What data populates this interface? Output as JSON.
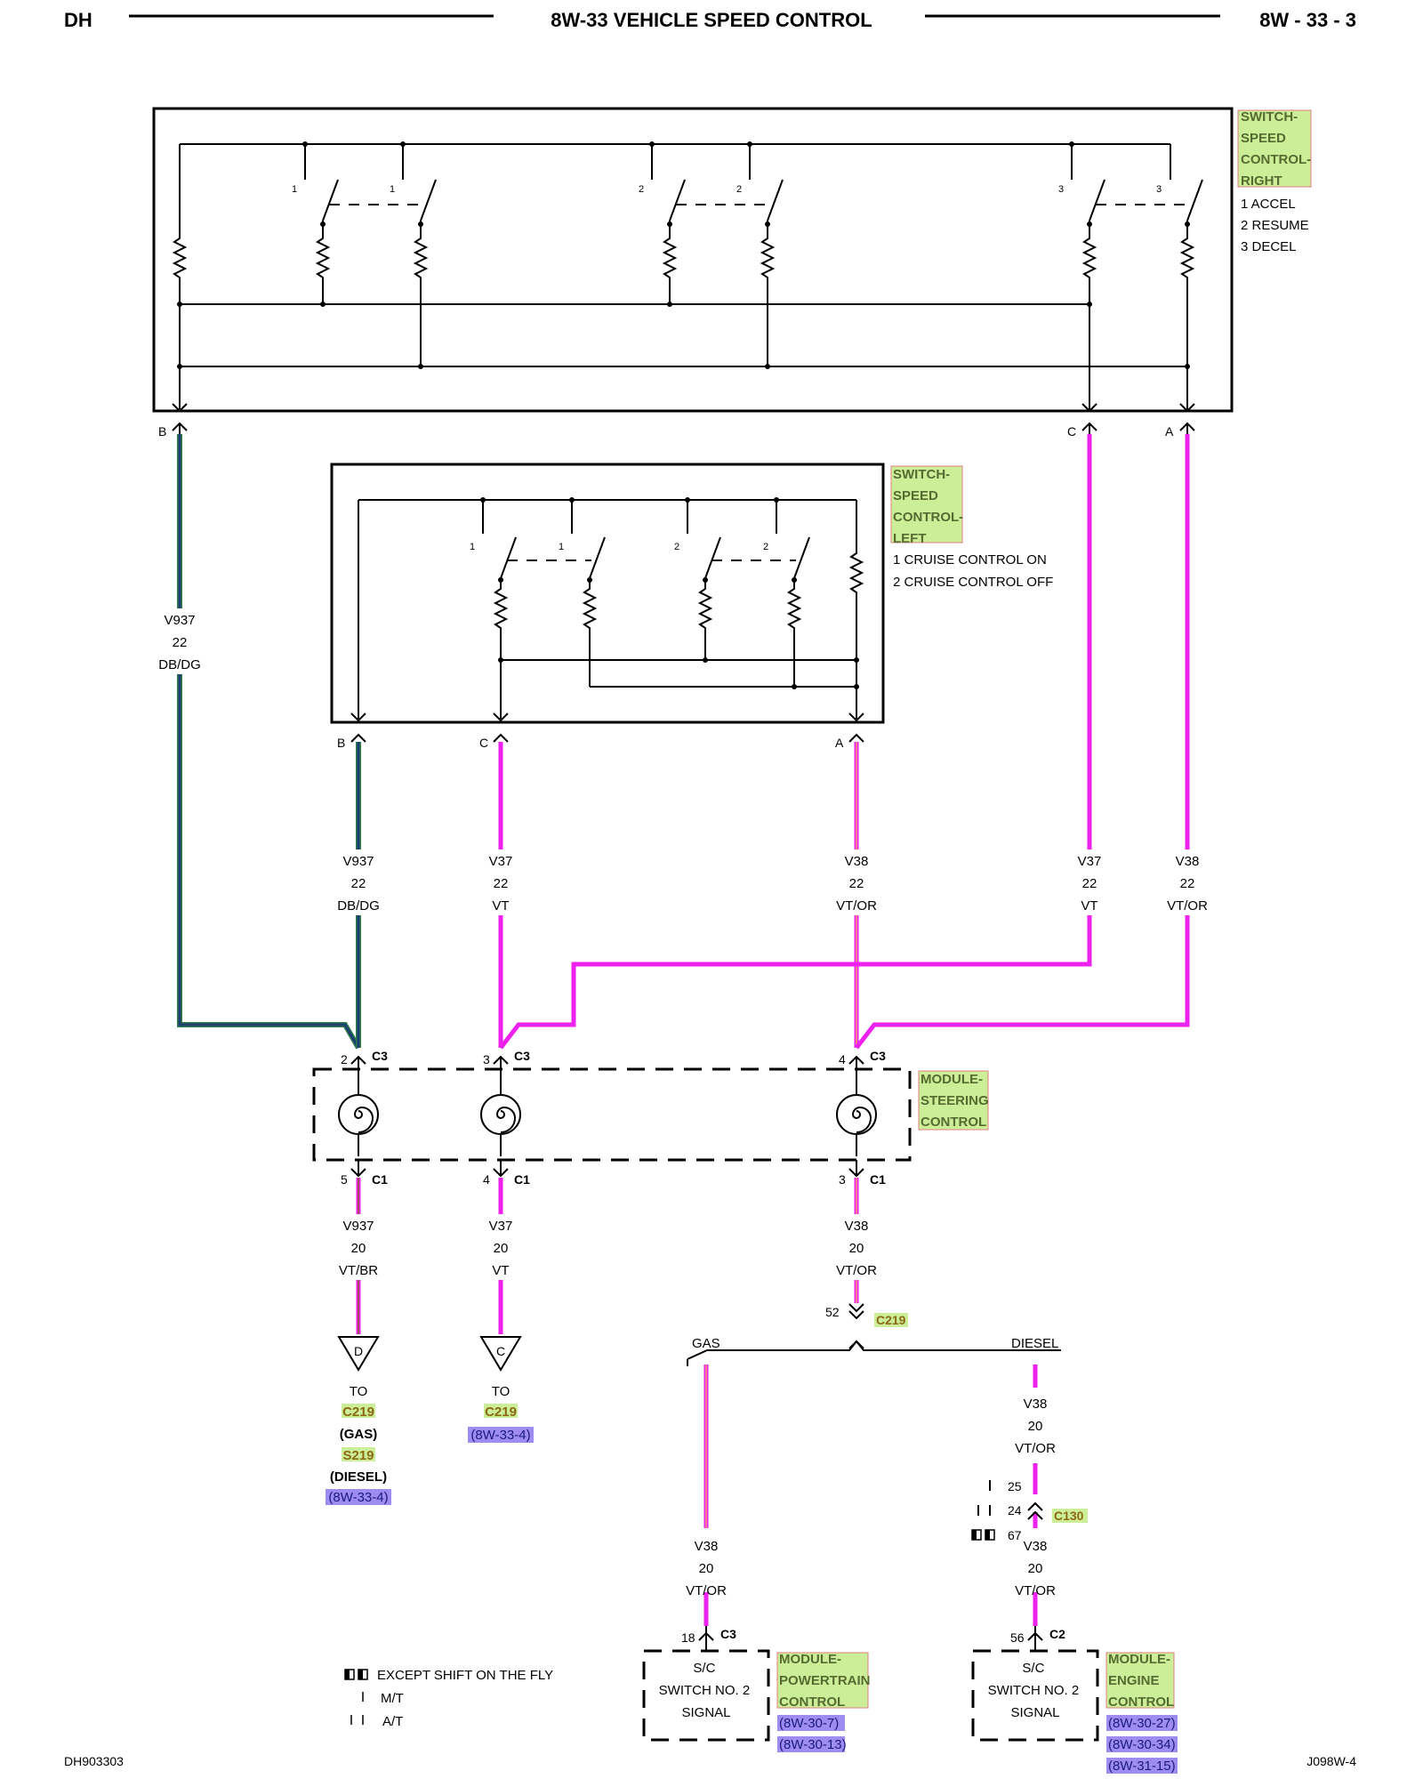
{
  "header": {
    "left": "DH",
    "title": "8W-33 VEHICLE SPEED CONTROL",
    "right": "8W - 33 - 3"
  },
  "footer": {
    "left": "DH903303",
    "right": "J098W-4"
  },
  "components": {
    "switch_right": {
      "name_lines": [
        "SWITCH-",
        "SPEED",
        "CONTROL-",
        "RIGHT"
      ],
      "legend": [
        "1 ACCEL",
        "2 RESUME",
        "3 DECEL"
      ]
    },
    "switch_left": {
      "name_lines": [
        "SWITCH-",
        "SPEED",
        "CONTROL-",
        "LEFT"
      ],
      "legend": [
        "1 CRUISE CONTROL ON",
        "2 CRUISE CONTROL OFF"
      ]
    },
    "module_steering": {
      "name_lines": [
        "MODULE-",
        "STEERING",
        "CONTROL"
      ]
    },
    "module_powertrain": {
      "name_lines": [
        "MODULE-",
        "POWERTRAIN",
        "CONTROL"
      ],
      "box_lines": [
        "S/C",
        "SWITCH NO. 2",
        "SIGNAL"
      ],
      "pin": "18",
      "connector": "C3",
      "refs": [
        "(8W-30-7)",
        "(8W-30-13)"
      ]
    },
    "module_engine": {
      "name_lines": [
        "MODULE-",
        "ENGINE",
        "CONTROL"
      ],
      "box_lines": [
        "S/C",
        "SWITCH NO. 2",
        "SIGNAL"
      ],
      "pin": "56",
      "connector": "C2",
      "refs": [
        "(8W-30-27)",
        "(8W-30-34)",
        "(8W-31-15)"
      ]
    }
  },
  "switch_contacts": {
    "right": [
      "1",
      "1",
      "2",
      "2",
      "3",
      "3"
    ],
    "left": [
      "1",
      "1",
      "2",
      "2"
    ]
  },
  "pins": {
    "right_b": "B",
    "right_c": "C",
    "right_a": "A",
    "left_b": "B",
    "left_c": "C",
    "left_a": "A",
    "c3_2": "2",
    "c3_3": "3",
    "c3_4": "4",
    "c3_label": "C3",
    "c1_5": "5",
    "c1_4": "4",
    "c1_3": "3",
    "c1_label": "C1",
    "c219_pin": "52",
    "c219_label": "C219",
    "c130_p1": "25",
    "c130_p2": "24",
    "c130_p3": "67",
    "c130_label": "C130"
  },
  "wires": {
    "w_v937_right": [
      "V937",
      "22",
      "DB/DG"
    ],
    "w_v937_left": [
      "V937",
      "22",
      "DB/DG"
    ],
    "w_v37_left": [
      "V37",
      "22",
      "VT"
    ],
    "w_v38_left": [
      "V38",
      "22",
      "VT/OR"
    ],
    "w_v37_right": [
      "V37",
      "22",
      "VT"
    ],
    "w_v38_right": [
      "V38",
      "22",
      "VT/OR"
    ],
    "w_v937_20": [
      "V937",
      "20",
      "VT/BR"
    ],
    "w_v37_20": [
      "V37",
      "20",
      "VT"
    ],
    "w_v38_20": [
      "V38",
      "20",
      "VT/OR"
    ],
    "w_v38_diesel_top": [
      "V38",
      "20",
      "VT/OR"
    ],
    "w_v38_gas": [
      "V38",
      "20",
      "VT/OR"
    ],
    "w_v38_diesel_bot": [
      "V38",
      "20",
      "VT/OR"
    ]
  },
  "branches": {
    "gas": "GAS",
    "diesel": "DIESEL"
  },
  "offpage": {
    "d": {
      "letter": "D",
      "lines": [
        "TO",
        "C219",
        "(GAS)",
        "S219",
        "(DIESEL)"
      ],
      "ref": "(8W-33-4)"
    },
    "c": {
      "letter": "C",
      "lines": [
        "TO",
        "C219"
      ],
      "ref": "(8W-33-4)"
    }
  },
  "legend": {
    "except_shift": "EXCEPT SHIFT ON THE FLY",
    "mt": "M/T",
    "at": "A/T"
  },
  "colors": {
    "vt": "#ee22ee",
    "db": "#1b3f73",
    "dg": "#2f7a4a",
    "label_green": "#ccee99",
    "label_green_border": "#e08080",
    "label_blue": "#9f8cf0"
  }
}
